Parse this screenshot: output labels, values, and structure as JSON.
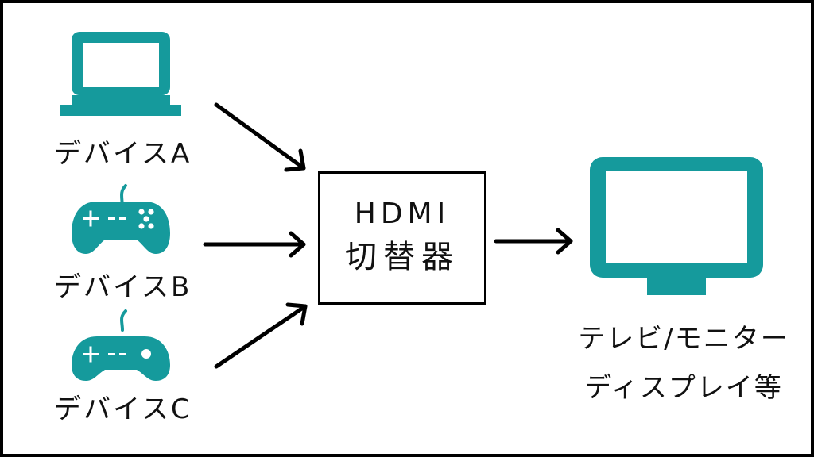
{
  "colors": {
    "accent": "#159a9c",
    "line": "#000000",
    "background": "#ffffff"
  },
  "devices": [
    {
      "label": "デバイスA",
      "icon": "laptop-icon"
    },
    {
      "label": "デバイスB",
      "icon": "gamepad-icon"
    },
    {
      "label": "デバイスC",
      "icon": "gamepad-icon"
    }
  ],
  "switch": {
    "title": "HDMI",
    "subtitle": "切替器"
  },
  "display": {
    "icon": "monitor-icon",
    "label_line1": "テレビ/モニター",
    "label_line2": "ディスプレイ等"
  }
}
